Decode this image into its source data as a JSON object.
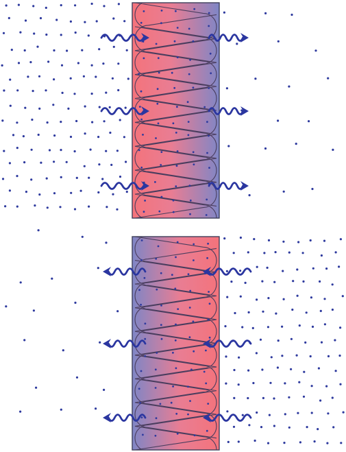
{
  "diagram": {
    "panels": [
      {
        "id": "top",
        "dense_side": "left",
        "heat_flow": "left-to-right",
        "gradient": [
          "#f4737b",
          "#7f86c6"
        ]
      },
      {
        "id": "bottom",
        "dense_side": "right",
        "heat_flow": "right-to-left",
        "gradient": [
          "#7f86c6",
          "#f4737b"
        ]
      }
    ],
    "colors": {
      "particle": "#2e3a9e",
      "arrow": "#2b36a0",
      "wall_outline": "#3f3f5a",
      "fiber_loop": "#4a3d5e",
      "background": "#ffffff"
    },
    "icons": [
      "wavy-arrow-icon",
      "insulation-loop-icon"
    ]
  }
}
